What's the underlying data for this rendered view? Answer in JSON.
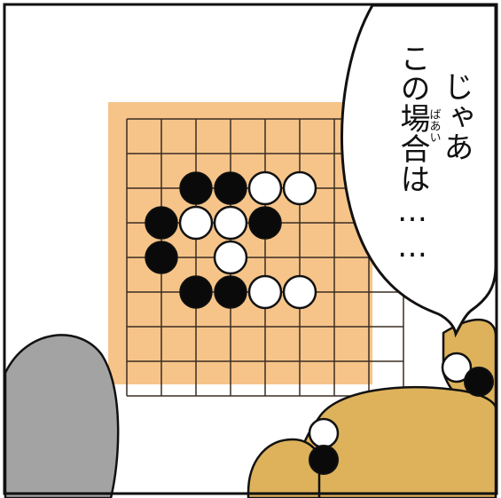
{
  "colors": {
    "panel_border": "#111111",
    "board_wood": "#f6c489",
    "board_lines": "#3a2d22",
    "stone_black": "#0a0a0a",
    "stone_white": "#ffffff",
    "stone_outline": "#111111",
    "speech_bubble": "#ffffff",
    "left_character": "#a3a3a3",
    "right_character": "#ddb25a"
  },
  "board": {
    "grid_size": 9,
    "stones": [
      {
        "color": "black",
        "col": 2,
        "row": 2
      },
      {
        "color": "black",
        "col": 3,
        "row": 2
      },
      {
        "color": "white",
        "col": 4,
        "row": 2
      },
      {
        "color": "white",
        "col": 5,
        "row": 2
      },
      {
        "color": "black",
        "col": 1,
        "row": 3
      },
      {
        "color": "white",
        "col": 2,
        "row": 3
      },
      {
        "color": "white",
        "col": 3,
        "row": 3
      },
      {
        "color": "black",
        "col": 4,
        "row": 3
      },
      {
        "color": "black",
        "col": 1,
        "row": 4
      },
      {
        "color": "white",
        "col": 3,
        "row": 4
      },
      {
        "color": "black",
        "col": 2,
        "row": 5
      },
      {
        "color": "black",
        "col": 3,
        "row": 5
      },
      {
        "color": "white",
        "col": 4,
        "row": 5
      },
      {
        "color": "white",
        "col": 5,
        "row": 5
      }
    ]
  },
  "speech": {
    "line1": "じゃあ",
    "line2": "この場合は……",
    "ruby": "ばあい"
  },
  "icons": {
    "left_character": "gray-character-silhouette-icon",
    "right_character": "pigtail-girl-head-icon"
  }
}
